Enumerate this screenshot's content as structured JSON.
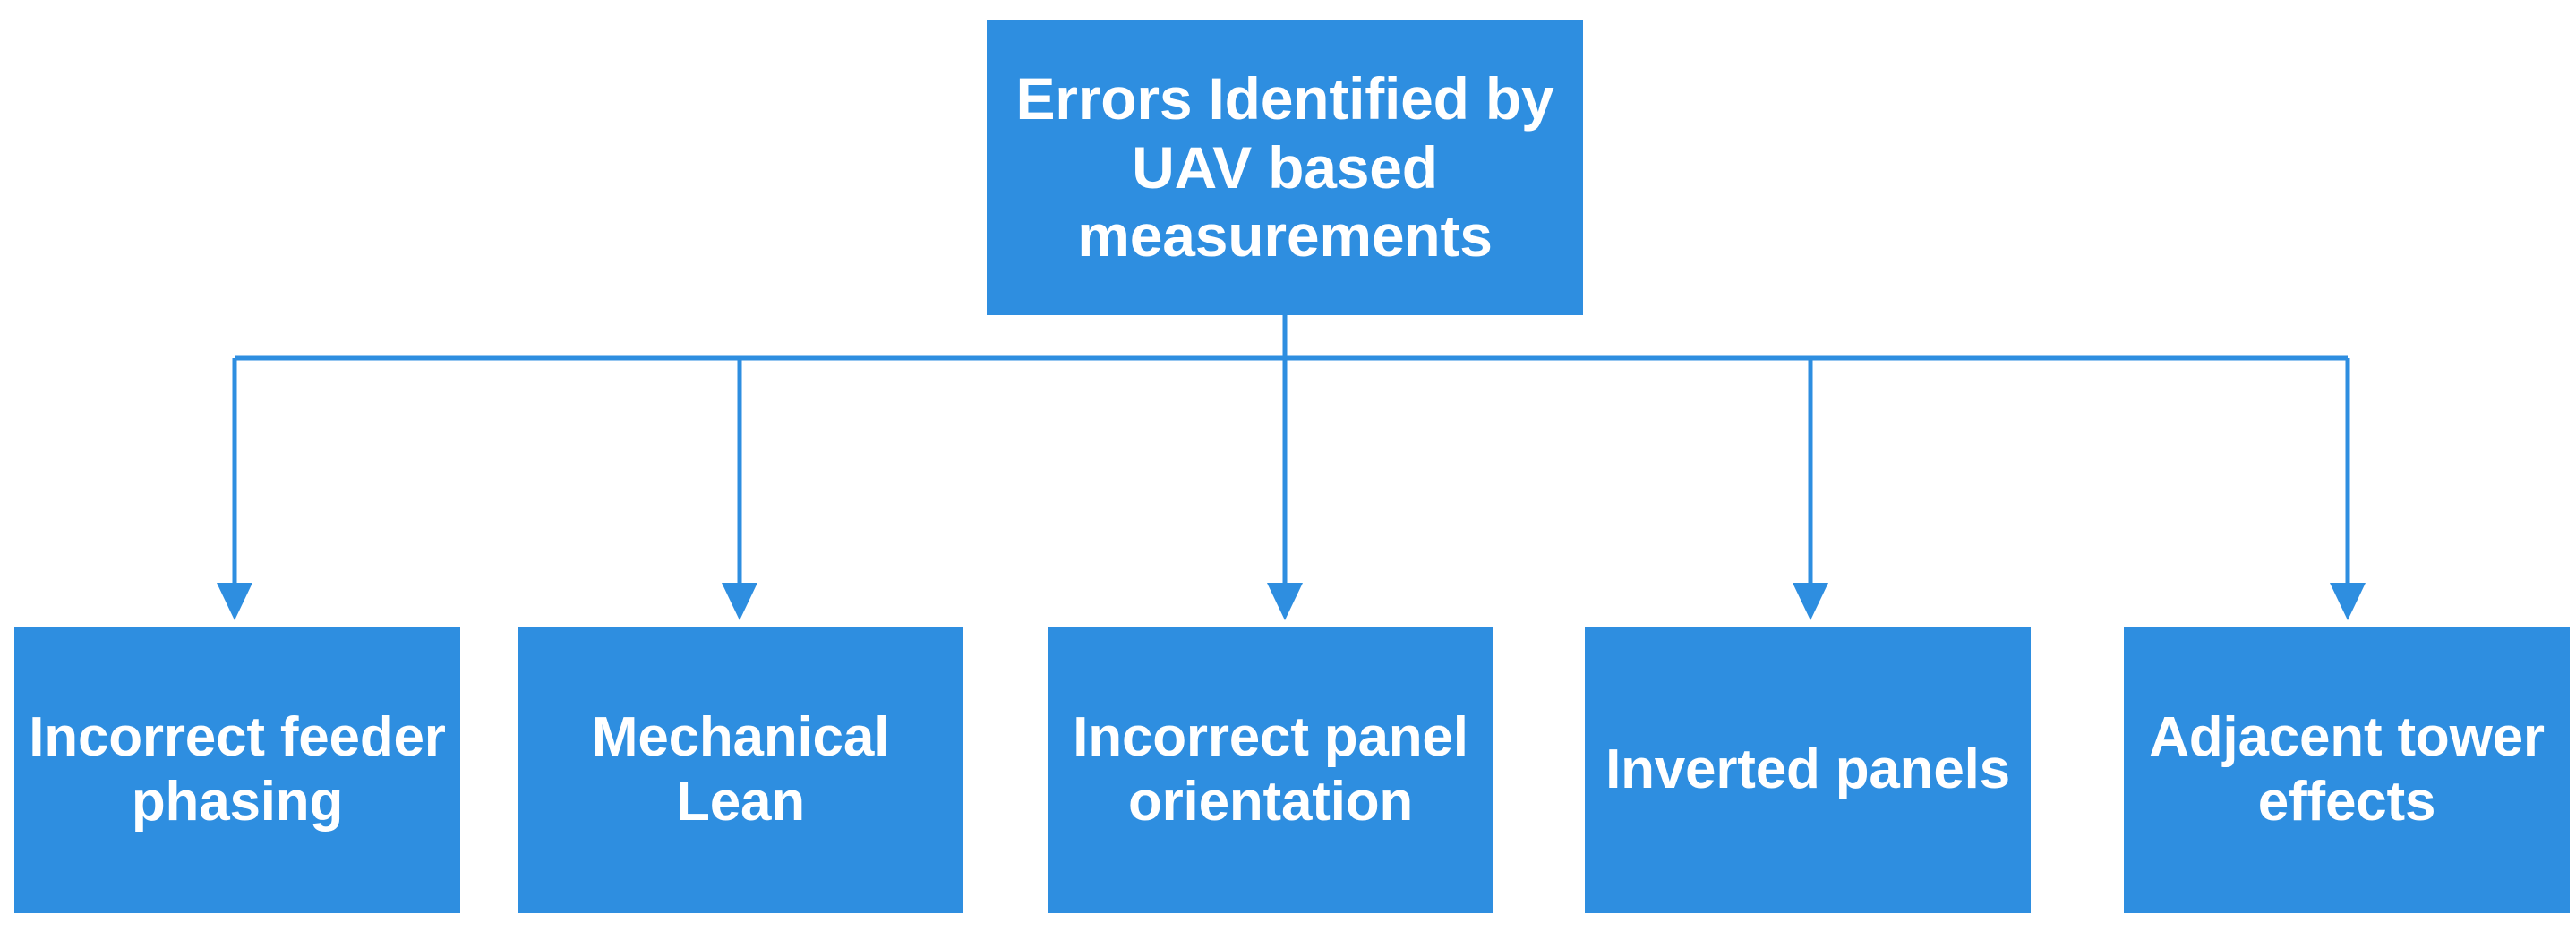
{
  "diagram": {
    "type": "tree",
    "orientation": "top-down",
    "accent_color": "#2e8ee0",
    "text_color": "#ffffff",
    "background_color": "#ffffff",
    "connector_color": "#2e8ee0",
    "root": {
      "label": "Errors Identified by UAV based measurements"
    },
    "children": [
      {
        "label": "Incorrect feeder phasing"
      },
      {
        "label": "Mechanical Lean"
      },
      {
        "label": "Incorrect panel orientation"
      },
      {
        "label": "Inverted panels"
      },
      {
        "label": "Adjacent tower effects"
      }
    ]
  }
}
